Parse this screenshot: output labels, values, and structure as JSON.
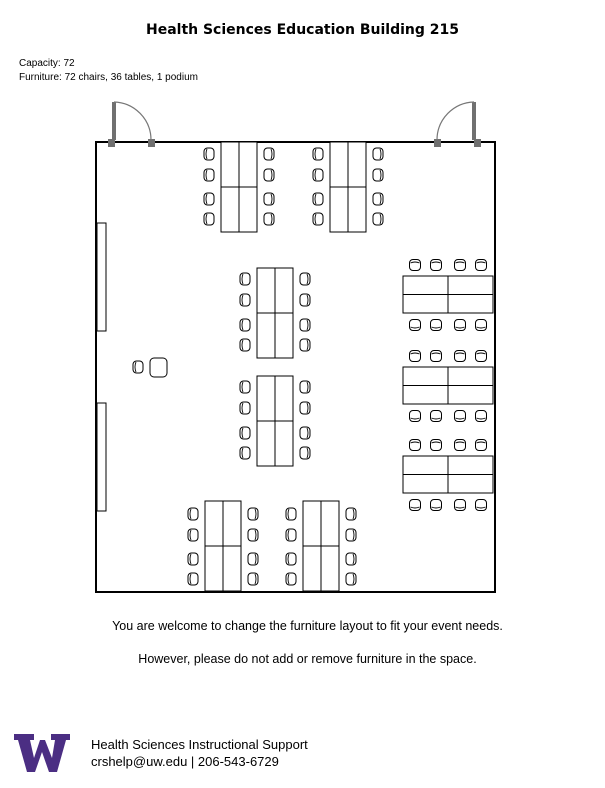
{
  "title": "Health Sciences Education Building 215",
  "capacity": "Capacity: 72",
  "furniture": "Furniture: 72 chairs, 36 tables, 1 podium",
  "note1": "You are welcome to change the furniture layout to fit your event needs.",
  "note2": "However, please do not add or remove furniture in the space.",
  "footer": {
    "org": "Health Sciences Instructional Support",
    "contact": "crshelp@uw.edu | 206-543-6729",
    "logo_text": "W",
    "logo_color": "#4b2e83"
  }
}
